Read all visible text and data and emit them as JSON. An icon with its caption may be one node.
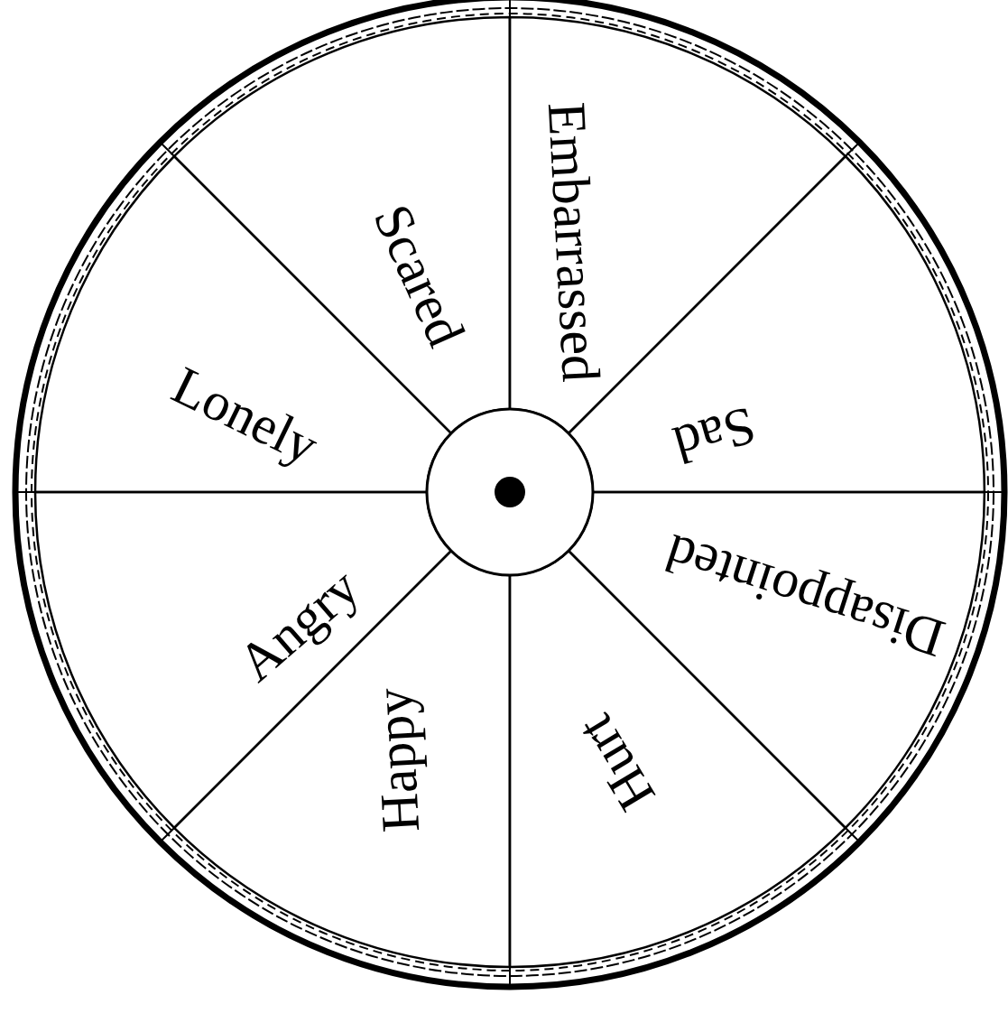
{
  "diagram": {
    "nodes": [
      {
        "text": [
          "Scared"
        ]
      },
      {
        "text": [
          "Embarrassed"
        ]
      },
      {
        "text": [
          "Lonely"
        ]
      },
      {
        "text": [
          "Sad"
        ]
      },
      {
        "text": [
          "Angry"
        ]
      },
      {
        "text": [
          "Disappointed"
        ]
      },
      {
        "text": [
          "Happy"
        ]
      },
      {
        "text": [
          "Hurt"
        ]
      }
    ]
  }
}
